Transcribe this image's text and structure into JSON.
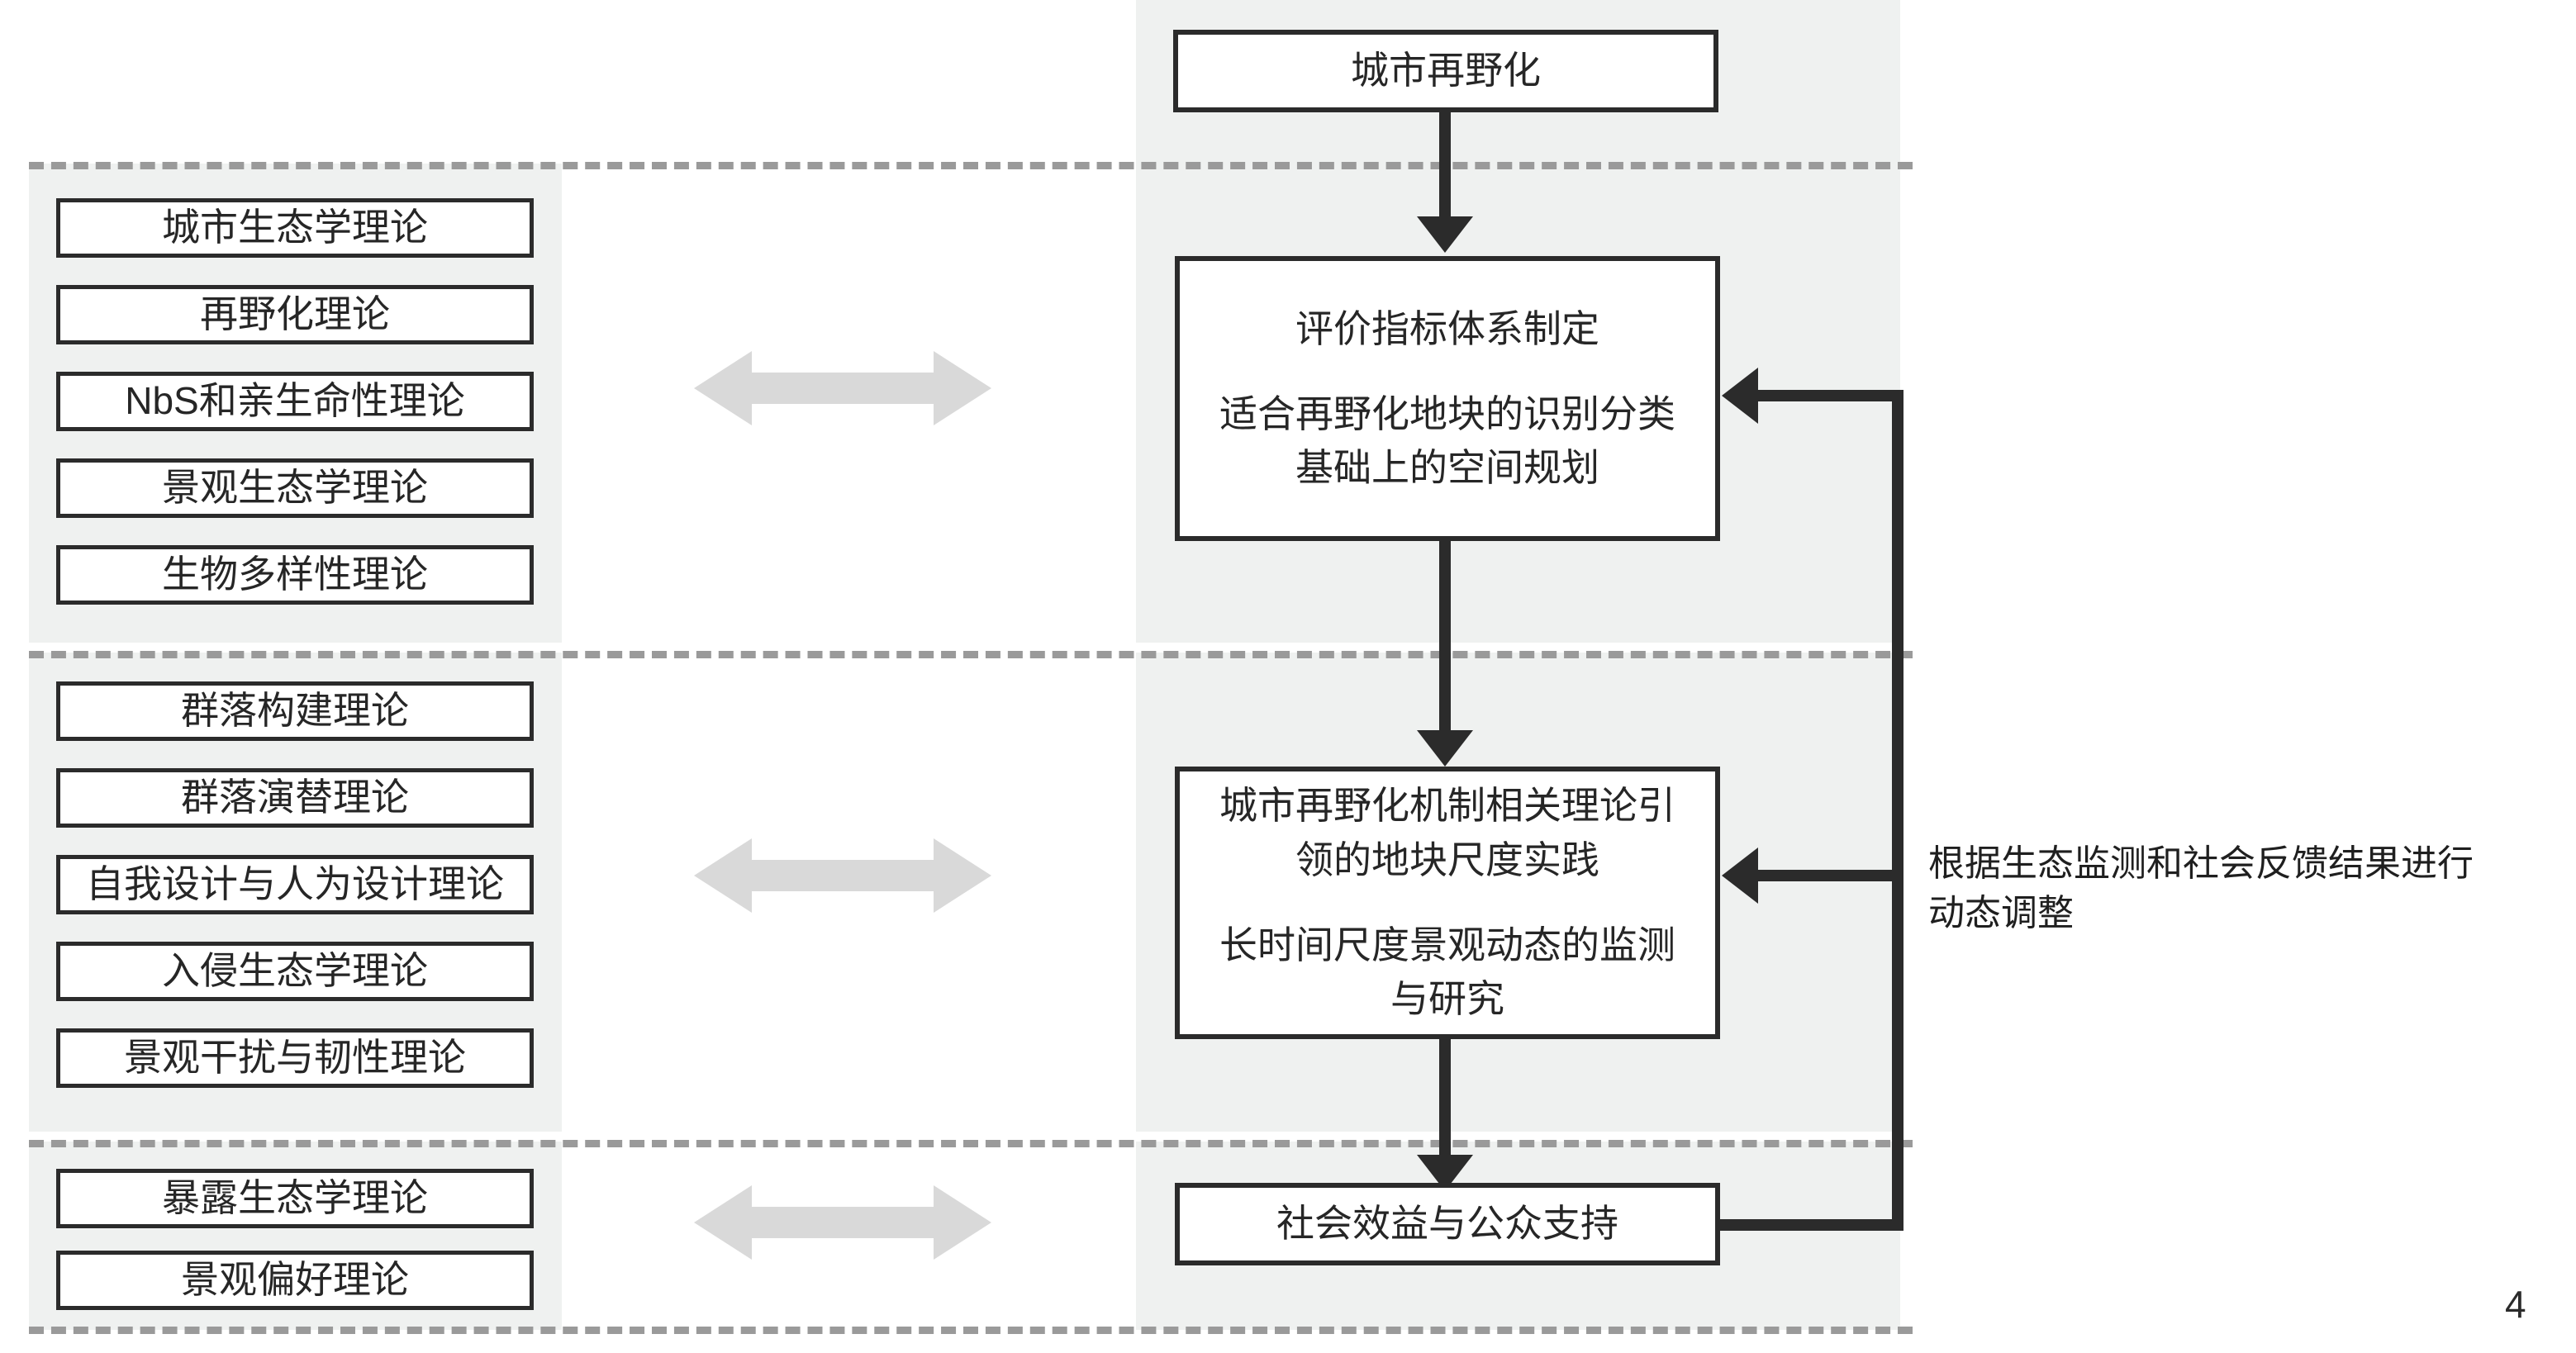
{
  "page": {
    "number": "4"
  },
  "colors": {
    "band": "#eff1f0",
    "box_border": "#2b2b2b",
    "dash_line": "#9a9a9a",
    "gray_arrow": "#d9d9d9",
    "text": "#262626"
  },
  "top_node": {
    "label": "城市再野化"
  },
  "theory_groups": [
    {
      "group": "foundational-theories",
      "items": [
        {
          "label": "城市生态学理论"
        },
        {
          "label": "再野化理论"
        },
        {
          "label": "NbS和亲生命性理论"
        },
        {
          "label": "景观生态学理论"
        },
        {
          "label": "生物多样性理论"
        }
      ]
    },
    {
      "group": "mechanism-theories",
      "items": [
        {
          "label": "群落构建理论"
        },
        {
          "label": "群落演替理论"
        },
        {
          "label": "自我设计与人为设计理论"
        },
        {
          "label": "入侵生态学理论"
        },
        {
          "label": "景观干扰与韧性理论"
        }
      ]
    },
    {
      "group": "social-theories",
      "items": [
        {
          "label": "暴露生态学理论"
        },
        {
          "label": "景观偏好理论"
        }
      ]
    }
  ],
  "process_nodes": [
    {
      "id": "evaluation-planning",
      "lines": [
        "评价指标体系制定",
        "适合再野化地块的识别分类",
        "基础上的空间规划"
      ]
    },
    {
      "id": "practice-monitoring",
      "lines": [
        "城市再野化机制相关理论引",
        "领的地块尺度实践",
        "长时间尺度景观动态的监测",
        "与研究"
      ]
    },
    {
      "id": "social-benefit",
      "lines": [
        "社会效益与公众支持"
      ]
    }
  ],
  "feedback": {
    "note": "根据生态监测和社会反馈结果进行动态调整",
    "note_line1": "根据生态监测和社会反馈结果进行",
    "note_line2": "动态调整"
  },
  "link_arrows": [
    {
      "name": "bidirectional-link-foundational",
      "kind": "double-headed-horizontal"
    },
    {
      "name": "bidirectional-link-mechanism",
      "kind": "double-headed-horizontal"
    },
    {
      "name": "bidirectional-link-social",
      "kind": "double-headed-horizontal"
    }
  ]
}
